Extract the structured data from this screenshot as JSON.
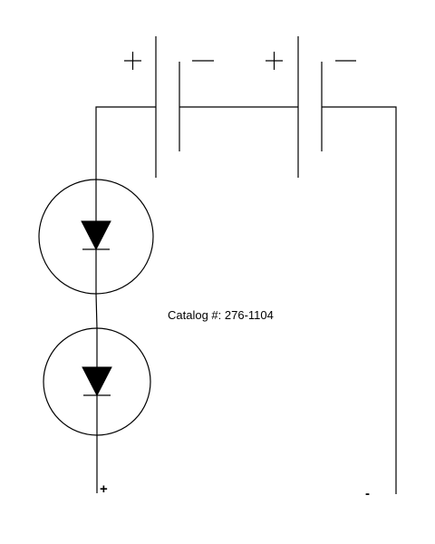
{
  "diagram": {
    "catalog_label": "Catalog #: 276-1104",
    "positive_terminal": "+",
    "negative_terminal": "-",
    "line_color": "#000000",
    "background_color": "#ffffff",
    "components": {
      "batteries": [
        {
          "polarity": [
            "+",
            "–"
          ]
        },
        {
          "polarity": [
            "+",
            "–"
          ]
        }
      ],
      "leds": [
        "led-1",
        "led-2"
      ]
    }
  }
}
